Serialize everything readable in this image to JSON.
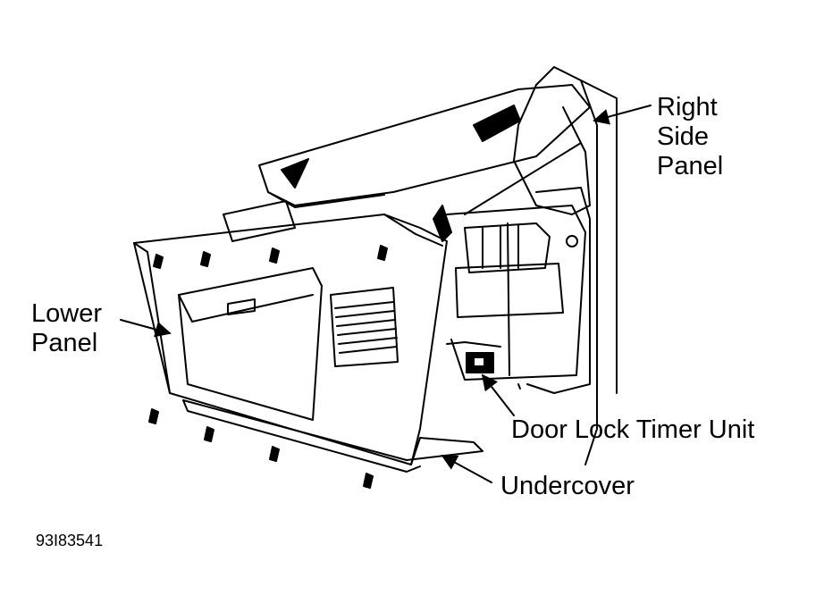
{
  "labels": {
    "right_side_panel": [
      "Right",
      "Side",
      "Panel"
    ],
    "lower_panel": [
      "Lower",
      "Panel"
    ],
    "door_lock_timer_unit": "Door Lock Timer Unit",
    "undercover": "Undercover"
  },
  "figure_id": "93I83541",
  "colors": {
    "ink": "#000000",
    "paper": "#ffffff"
  }
}
